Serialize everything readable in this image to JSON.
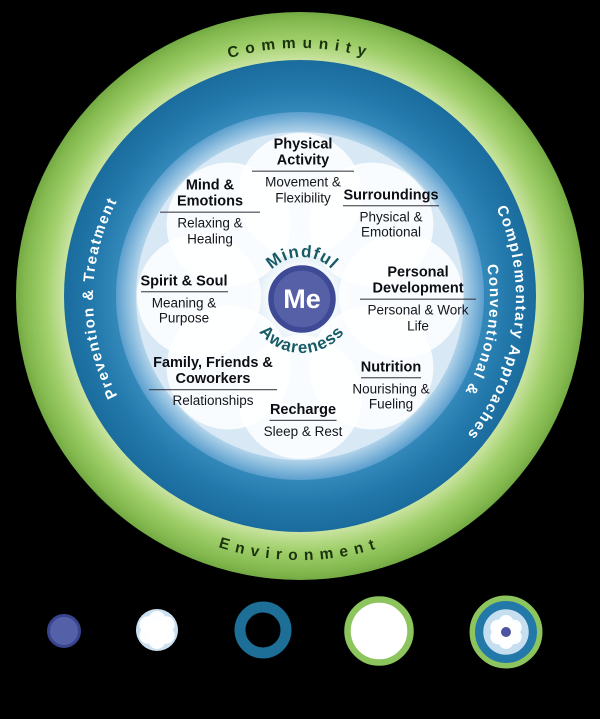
{
  "diagram": {
    "center": "Me",
    "inner_ring_top": "Mindful",
    "inner_ring_bottom": "Awareness",
    "outer_ring_top": "Community",
    "outer_ring_bottom": "Environment",
    "left_ring_label": "Prevention & Treatment",
    "right_ring_label_line1": "Conventional &",
    "right_ring_label_line2": "Complementary Approaches",
    "petals": [
      {
        "title": "Physical Activity",
        "subtitle": "Movement & Flexibility"
      },
      {
        "title": "Surroundings",
        "subtitle": "Physical & Emotional"
      },
      {
        "title": "Personal Development",
        "subtitle": "Personal & Work Life"
      },
      {
        "title": "Nutrition",
        "subtitle": "Nourishing & Fueling"
      },
      {
        "title": "Recharge",
        "subtitle": "Sleep & Rest"
      },
      {
        "title": "Family, Friends & Coworkers",
        "subtitle": "Relationships"
      },
      {
        "title": "Spirit & Soul",
        "subtitle": "Meaning & Purpose"
      },
      {
        "title": "Mind & Emotions",
        "subtitle": "Relaxing & Healing"
      }
    ],
    "colors": {
      "outer_green": "#8cc35b",
      "treatment_blue": "#1d77a9",
      "mid_blue": "#7fb5da",
      "pale_blue": "#d8e9f5",
      "me_purple": "#5560a7",
      "me_border": "#3f4a97",
      "teal_text": "#175b66",
      "green_text": "#1b330e",
      "background": "#000000"
    },
    "legend_icons": [
      {
        "icon": "me-circle-icon"
      },
      {
        "icon": "self-care-petals-icon"
      },
      {
        "icon": "treatment-ring-icon"
      },
      {
        "icon": "community-environment-ring-icon"
      },
      {
        "icon": "whole-circle-of-health-icon"
      }
    ]
  }
}
